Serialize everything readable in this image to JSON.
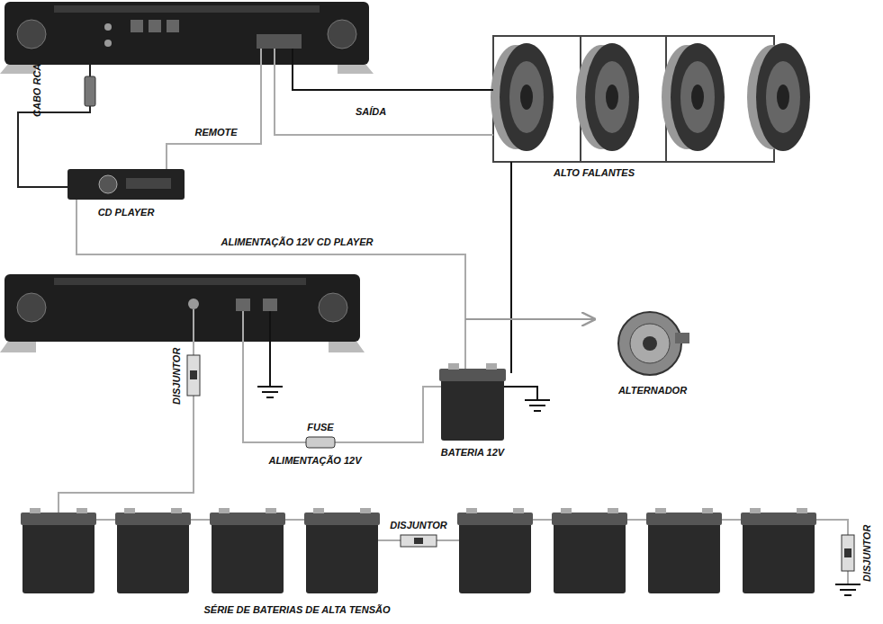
{
  "diagram": {
    "labels": [
      "CABO RCA",
      "REMOTE",
      "SAÍDA",
      "ALTO FALANTES",
      "CD PLAYER",
      "ALIMENTAÇÃO 12V CD PLAYER",
      "ALTERNADOR",
      "DISJUNTOR",
      "FUSE",
      "ALIMENTAÇÃO 12V",
      "BATERIA 12V",
      "DISJUNTOR",
      "DISJUNTOR",
      "SÉRIE DE BATERIAS DE ALTA TENSÃO"
    ]
  }
}
